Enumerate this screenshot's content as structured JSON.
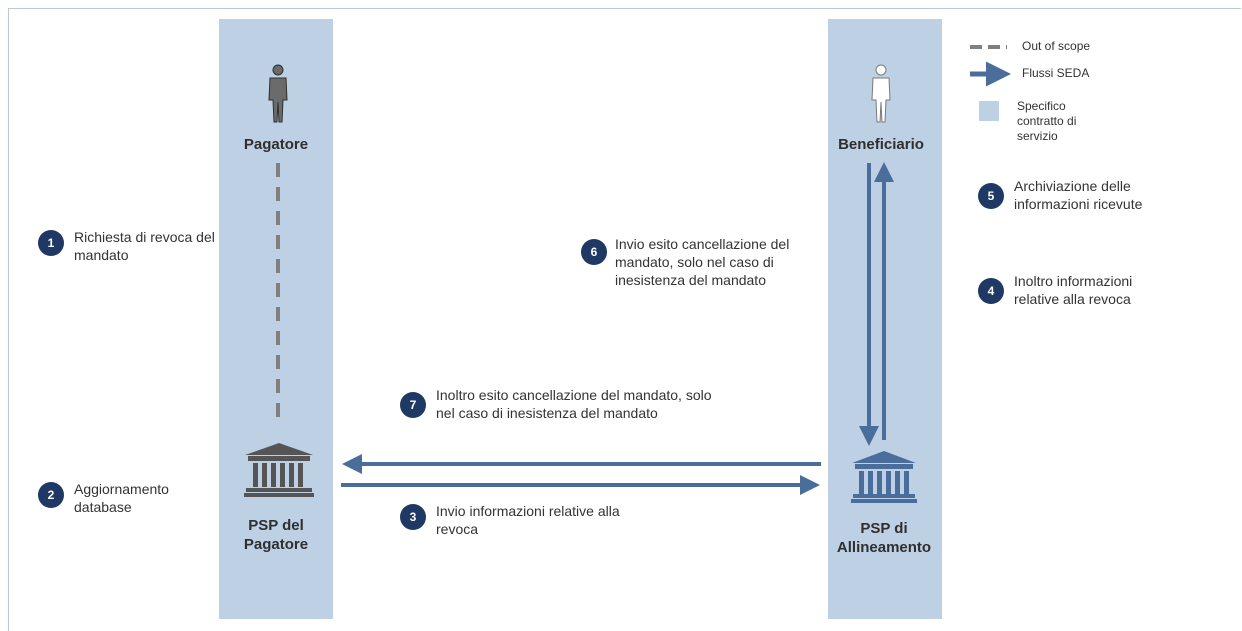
{
  "colors": {
    "lane": "#bdd0e4",
    "flow": "#4a6d9c",
    "dashed": "#7f7f7f",
    "badge": "#1f3864"
  },
  "legend": {
    "out_of_scope": "Out of scope",
    "flussi_seda": "Flussi SEDA",
    "specifico": "Specifico contratto di servizio"
  },
  "actors": {
    "pagatore": "Pagatore",
    "psp_pagatore": "PSP del Pagatore",
    "beneficiario": "Beneficiario",
    "psp_allineamento": "PSP di Allineamento"
  },
  "steps": [
    {
      "number": "1",
      "text": "Richiesta di revoca del mandato"
    },
    {
      "number": "2",
      "text": "Aggiornamento database"
    },
    {
      "number": "3",
      "text": "Invio informazioni relative alla revoca"
    },
    {
      "number": "4",
      "text": "Inoltro informazioni relative alla revoca"
    },
    {
      "number": "5",
      "text": "Archiviazione delle informazioni ricevute"
    },
    {
      "number": "6",
      "text": "Invio esito cancellazione del mandato, solo nel caso di inesistenza del mandato"
    },
    {
      "number": "7",
      "text": "Inoltro esito cancellazione del mandato, solo nel caso di inesistenza del mandato"
    }
  ],
  "icons": {
    "person": "person-icon",
    "bank": "bank-icon"
  }
}
